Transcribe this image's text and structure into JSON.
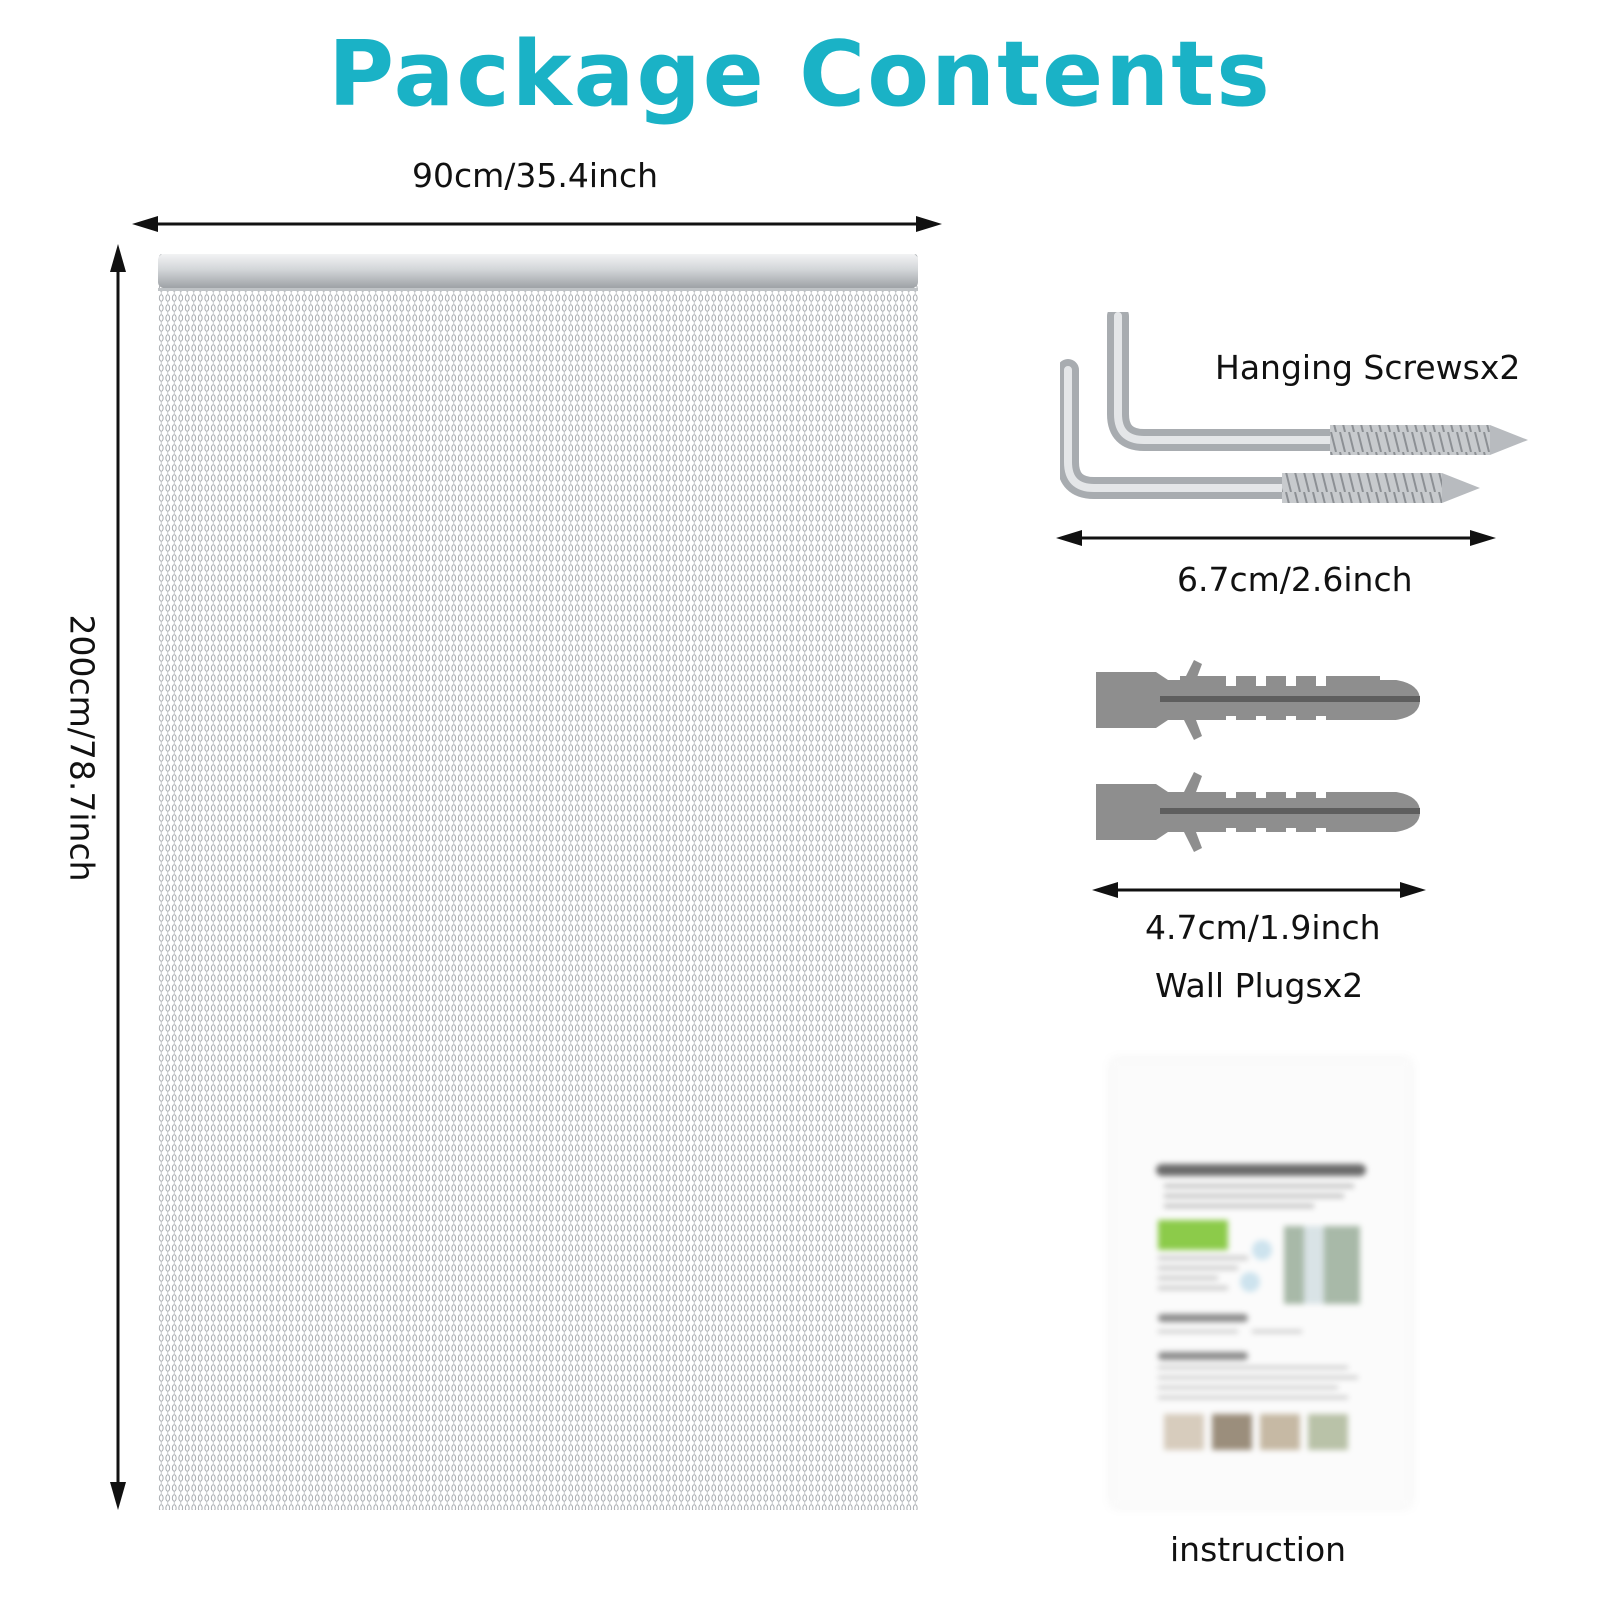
{
  "title": "Package Contents",
  "colors": {
    "title": "#1ab2c6",
    "metal": "#b9bcbf",
    "plug": "#8e8e8e",
    "text": "#111111"
  },
  "curtain": {
    "width_label": "90cm/35.4inch",
    "height_label": "200cm/78.7inch"
  },
  "screws": {
    "name_label": "Hanging Screwsx2",
    "dimension_label": "6.7cm/2.6inch"
  },
  "plugs": {
    "dimension_label": "4.7cm/1.9inch",
    "name_label": "Wall Plugsx2"
  },
  "instruction": {
    "label": "instruction"
  },
  "icons": [
    "double-arrow-icon",
    "chain-curtain-image",
    "l-hook-screw-icon",
    "wall-plug-icon",
    "instruction-sheet-image"
  ]
}
